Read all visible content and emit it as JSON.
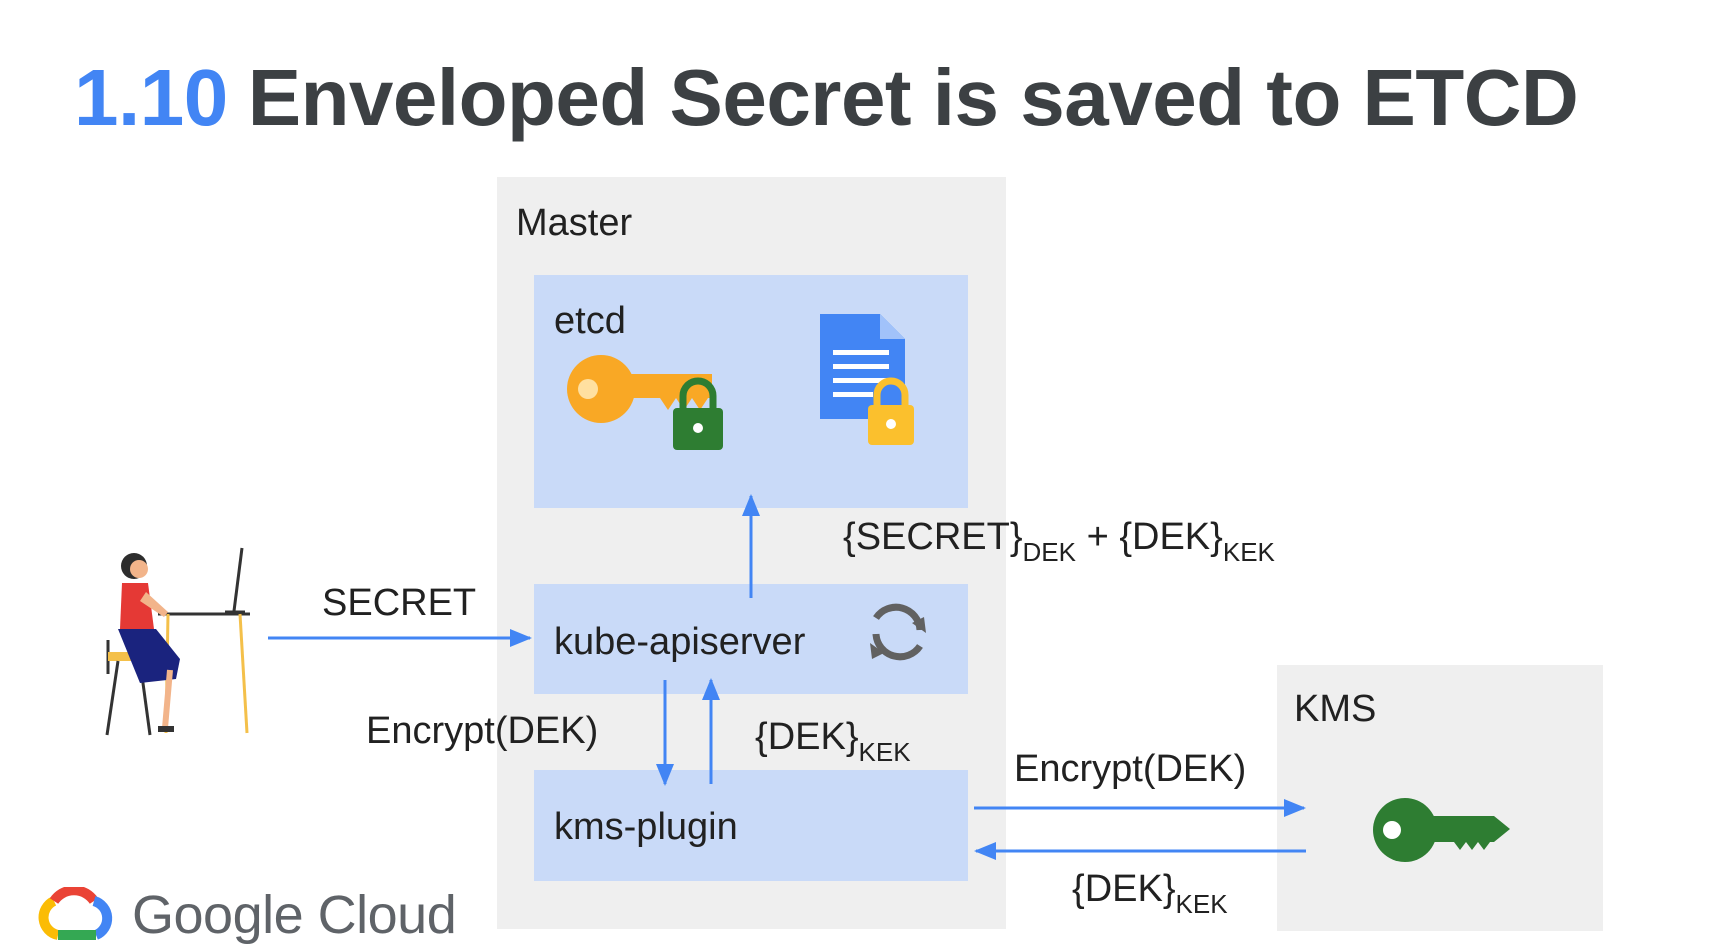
{
  "title": {
    "number": "1.10",
    "text": "Enveloped Secret is saved to ETCD"
  },
  "colors": {
    "accent_blue": "#4285f4",
    "title_gray": "#3c4043",
    "container_gray": "#efefef",
    "component_blue": "#c9daf8",
    "key_orange": "#f9a825",
    "lock_green": "#2e7d32",
    "doc_blue": "#4285f4",
    "lock_yellow": "#fbc02d"
  },
  "diagram": {
    "master_label": "Master",
    "etcd_label": "etcd",
    "apiserver_label": "kube-apiserver",
    "plugin_label": "kms-plugin",
    "kms_label": "KMS",
    "icons": {
      "user": "person-at-desk-icon",
      "etcd_key": "locked-key-icon",
      "etcd_doc": "locked-document-icon",
      "apiserver": "sync-icon",
      "kms_key": "key-icon"
    },
    "edges": {
      "user_to_api": "SECRET",
      "api_to_etcd": {
        "a": "{SECRET}",
        "a_sub": "DEK",
        "plus": "+",
        "b": "{DEK}",
        "b_sub": "KEK"
      },
      "api_to_plugin": "Encrypt(DEK)",
      "plugin_to_api": {
        "text": "{DEK}",
        "sub": "KEK"
      },
      "plugin_to_kms": "Encrypt(DEK)",
      "kms_to_plugin": {
        "text": "{DEK}",
        "sub": "KEK"
      }
    }
  },
  "footer": {
    "brand": "Google Cloud",
    "logo": "google-cloud-logo-icon"
  }
}
